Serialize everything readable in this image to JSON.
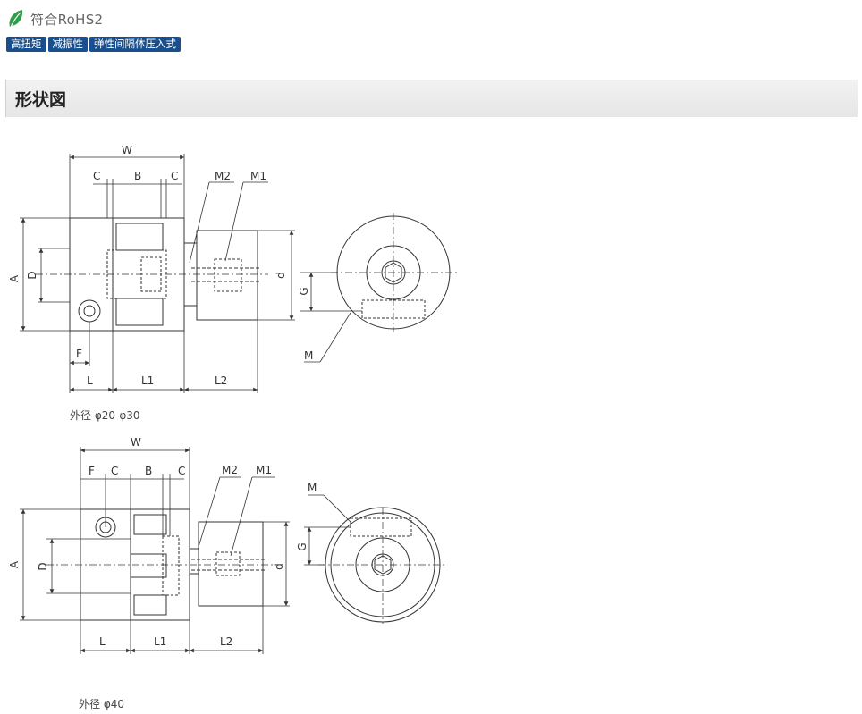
{
  "rohs": {
    "label": "符合RoHS2",
    "icon": "leaf-icon",
    "color": "#2e9e4b"
  },
  "tags": [
    {
      "label": "高扭矩"
    },
    {
      "label": "减振性"
    },
    {
      "label": "弹性间隔体压入式"
    }
  ],
  "section": {
    "title": "形状図"
  },
  "drawing1": {
    "caption": "外径 φ20-φ30",
    "labels": {
      "W": "W",
      "C1": "C",
      "B": "B",
      "C2": "C",
      "M2": "M2",
      "M1": "M1",
      "A": "A",
      "D": "D",
      "d": "d",
      "G": "G",
      "M": "M",
      "F": "F",
      "L": "L",
      "L1": "L1",
      "L2": "L2"
    }
  },
  "drawing2": {
    "caption": "外径 φ40",
    "labels": {
      "W": "W",
      "F": "F",
      "C1": "C",
      "B": "B",
      "C2": "C",
      "M2": "M2",
      "M1": "M1",
      "A": "A",
      "D": "D",
      "d": "d",
      "G": "G",
      "M": "M",
      "L": "L",
      "L1": "L1",
      "L2": "L2"
    }
  },
  "colors": {
    "tag_bg": "#1a4f8e",
    "line": "#333333"
  }
}
